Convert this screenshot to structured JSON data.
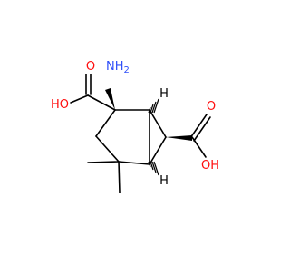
{
  "molecule": {
    "labels": {
      "amino": "NH",
      "amino_subscript": "2",
      "acid1_carbonyl": "O",
      "acid1_hydroxyl": "HO",
      "acid2_carbonyl": "O",
      "acid2_hydroxyl": "OH",
      "stereo_h_top": "H",
      "stereo_h_bottom": "H"
    },
    "colors": {
      "bond": "#000000",
      "oxygen": "#ff0d0d",
      "nitrogen": "#3050f8"
    }
  }
}
